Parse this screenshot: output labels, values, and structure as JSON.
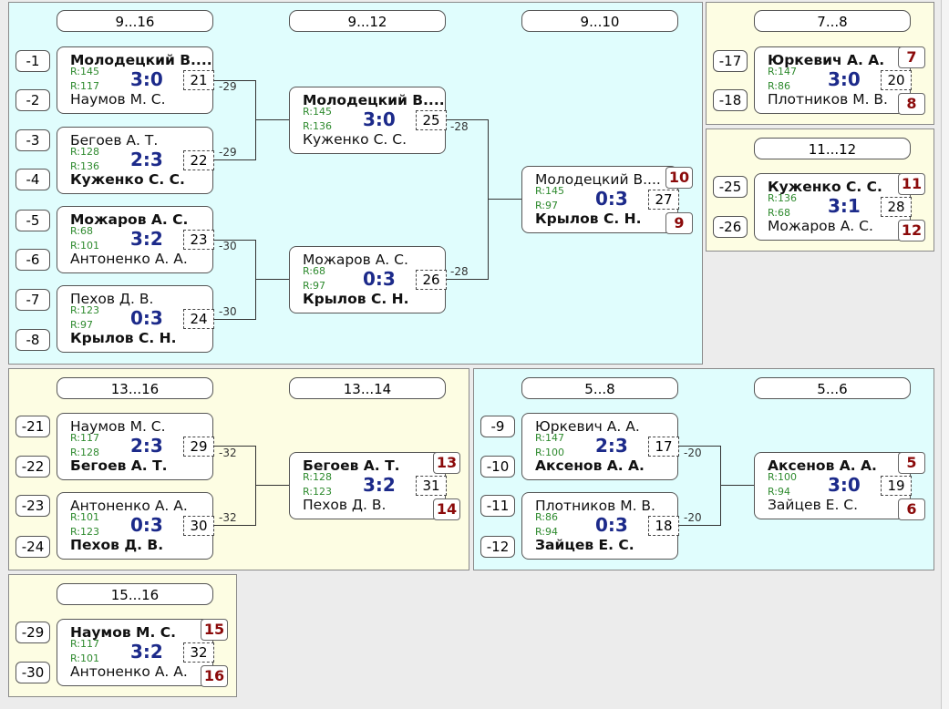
{
  "rounds": {
    "r9_16": "9...16",
    "r9_12": "9...12",
    "r9_10": "9...10",
    "r7_8": "7...8",
    "r11_12": "11...12",
    "r13_16": "13...16",
    "r13_14": "13...14",
    "r5_8": "5...8",
    "r5_6": "5...6",
    "r15_16": "15...16"
  },
  "seeds": [
    "-1",
    "-2",
    "-3",
    "-4",
    "-5",
    "-6",
    "-7",
    "-8",
    "-17",
    "-18",
    "-25",
    "-26",
    "-21",
    "-22",
    "-23",
    "-24",
    "-9",
    "-10",
    "-11",
    "-12",
    "-29",
    "-30"
  ],
  "matches": {
    "m21": {
      "top": "Молодецкий В....",
      "top_r": "R:145",
      "bot": "Наумов М. С.",
      "bot_r": "R:117",
      "score": "3:0",
      "num": "21"
    },
    "m22": {
      "top": "Бегоев А. Т.",
      "top_r": "R:128",
      "bot": "Куженко С. С.",
      "bot_r": "R:136",
      "score": "2:3",
      "num": "22"
    },
    "m23": {
      "top": "Можаров А. С.",
      "top_r": "R:68",
      "bot": "Антоненко А. А.",
      "bot_r": "R:101",
      "score": "3:2",
      "num": "23"
    },
    "m24": {
      "top": "Пехов Д. В.",
      "top_r": "R:123",
      "bot": "Крылов С. Н.",
      "bot_r": "R:97",
      "score": "0:3",
      "num": "24"
    },
    "m25": {
      "top": "Молодецкий В....",
      "top_r": "R:145",
      "bot": "Куженко С. С.",
      "bot_r": "R:136",
      "score": "3:0",
      "num": "25"
    },
    "m26": {
      "top": "Можаров А. С.",
      "top_r": "R:68",
      "bot": "Крылов С. Н.",
      "bot_r": "R:97",
      "score": "0:3",
      "num": "26"
    },
    "m27": {
      "top": "Молодецкий В....",
      "top_r": "R:145",
      "bot": "Крылов С. Н.",
      "bot_r": "R:97",
      "score": "0:3",
      "num": "27"
    },
    "m20": {
      "top": "Юркевич А. А.",
      "top_r": "R:147",
      "bot": "Плотников М. В.",
      "bot_r": "R:86",
      "score": "3:0",
      "num": "20"
    },
    "m28": {
      "top": "Куженко С. С.",
      "top_r": "R:136",
      "bot": "Можаров А. С.",
      "bot_r": "R:68",
      "score": "3:1",
      "num": "28"
    },
    "m29": {
      "top": "Наумов М. С.",
      "top_r": "R:117",
      "bot": "Бегоев А. Т.",
      "bot_r": "R:128",
      "score": "2:3",
      "num": "29"
    },
    "m30": {
      "top": "Антоненко А. А.",
      "top_r": "R:101",
      "bot": "Пехов Д. В.",
      "bot_r": "R:123",
      "score": "0:3",
      "num": "30"
    },
    "m31": {
      "top": "Бегоев А. Т.",
      "top_r": "R:128",
      "bot": "Пехов Д. В.",
      "bot_r": "R:123",
      "score": "3:2",
      "num": "31"
    },
    "m17": {
      "top": "Юркевич А. А.",
      "top_r": "R:147",
      "bot": "Аксенов А. А.",
      "bot_r": "R:100",
      "score": "2:3",
      "num": "17"
    },
    "m18": {
      "top": "Плотников М. В.",
      "top_r": "R:86",
      "bot": "Зайцев Е. С.",
      "bot_r": "R:94",
      "score": "0:3",
      "num": "18"
    },
    "m19": {
      "top": "Аксенов А. А.",
      "top_r": "R:100",
      "bot": "Зайцев Е. С.",
      "bot_r": "R:94",
      "score": "3:0",
      "num": "19"
    },
    "m32": {
      "top": "Наумов М. С.",
      "top_r": "R:117",
      "bot": "Антоненко А. А.",
      "bot_r": "R:101",
      "score": "3:2",
      "num": "32"
    }
  },
  "places": {
    "p5": "5",
    "p6": "6",
    "p7": "7",
    "p8": "8",
    "p9": "9",
    "p10": "10",
    "p11": "11",
    "p12": "12",
    "p13": "13",
    "p14": "14",
    "p15": "15",
    "p16": "16"
  },
  "loser_refs": {
    "l29a": "-29",
    "l29b": "-29",
    "l30a": "-30",
    "l30b": "-30",
    "l28a": "-28",
    "l28b": "-28",
    "l32a": "-32",
    "l32b": "-32",
    "l20a": "-20",
    "l20b": "-20"
  },
  "colors": {
    "panel_cyan": "#e0fdfd",
    "panel_yellow": "#fdfde3",
    "score": "#1c2a8a",
    "rating": "#2e8a2e",
    "place": "#8b0a0a"
  }
}
